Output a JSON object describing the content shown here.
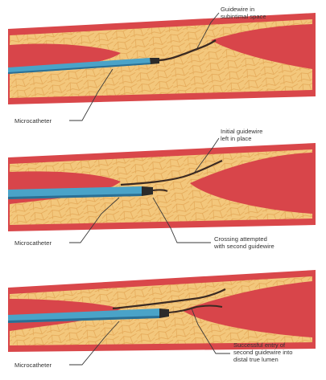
{
  "colors": {
    "vessel_wall": "#d9474a",
    "vessel_wall_dark": "#b8333a",
    "plaque": "#f3c77c",
    "plaque_cells": "#e8ad5c",
    "lumen": "#d8454a",
    "microcatheter": "#4aa3c8",
    "microcatheter_dark": "#2a6f94",
    "guidewire": "#3b2a22",
    "leader_line": "#3a3a3a"
  },
  "panels": [
    {
      "labels": {
        "top": [
          "Guidewire in",
          "subintimal space"
        ],
        "left": [
          "Microcatheter"
        ]
      }
    },
    {
      "labels": {
        "top": [
          "Initial guidewire",
          "left in place"
        ],
        "left": [
          "Microcatheter"
        ],
        "right": [
          "Crossing attempted",
          "with second guidewire"
        ]
      }
    },
    {
      "labels": {
        "left": [
          "Microcatheter"
        ],
        "right": [
          "Successful entry of",
          "second guidewire into",
          "distal true lumen"
        ]
      }
    }
  ]
}
